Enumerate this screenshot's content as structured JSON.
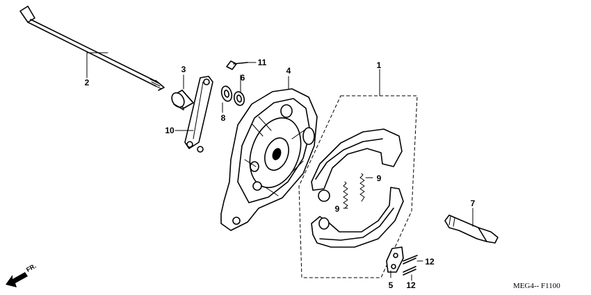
{
  "labels": {
    "l1": "1",
    "l2": "2",
    "l3": "3",
    "l4": "4",
    "l5": "5",
    "l6": "6",
    "l7": "7",
    "l8": "8",
    "l9a": "9",
    "l9b": "9",
    "l10": "10",
    "l11": "11",
    "l12a": "12",
    "l12b": "12"
  },
  "direction": {
    "text": "FR."
  },
  "diagram_code": "MEG4-- F1100"
}
